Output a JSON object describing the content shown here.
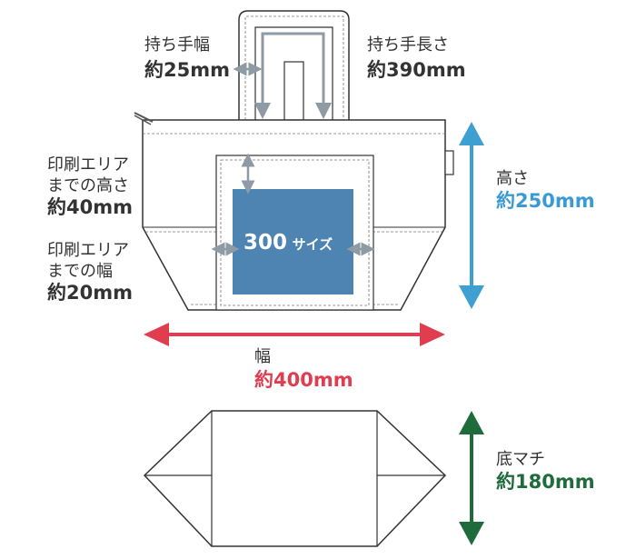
{
  "colors": {
    "outline": "#333333",
    "gray_arrow": "#8e9aa4",
    "print_area": "#4d84b2",
    "height_arrow": "#3f9fd0",
    "width_arrow": "#e03d50",
    "gusset_arrow": "#1f6b3c",
    "height_value": "#3a9bd4",
    "width_value": "#e03d50",
    "gusset_value": "#1f6b3c"
  },
  "labels": {
    "handle_width": {
      "title": "持ち手幅",
      "value": "約25mm"
    },
    "handle_length": {
      "title": "持ち手長さ",
      "value": "約390mm"
    },
    "print_height": {
      "line1": "印刷エリア",
      "line2": "までの高さ",
      "value": "約40mm"
    },
    "print_width": {
      "line1": "印刷エリア",
      "line2": "までの幅",
      "value": "約20mm"
    },
    "height": {
      "title": "高さ",
      "value": "約250mm"
    },
    "width": {
      "title": "幅",
      "value": "約400mm"
    },
    "gusset": {
      "title": "底マチ",
      "value": "約180mm"
    }
  },
  "print_area": {
    "size": "300",
    "suffix": "サイズ"
  }
}
